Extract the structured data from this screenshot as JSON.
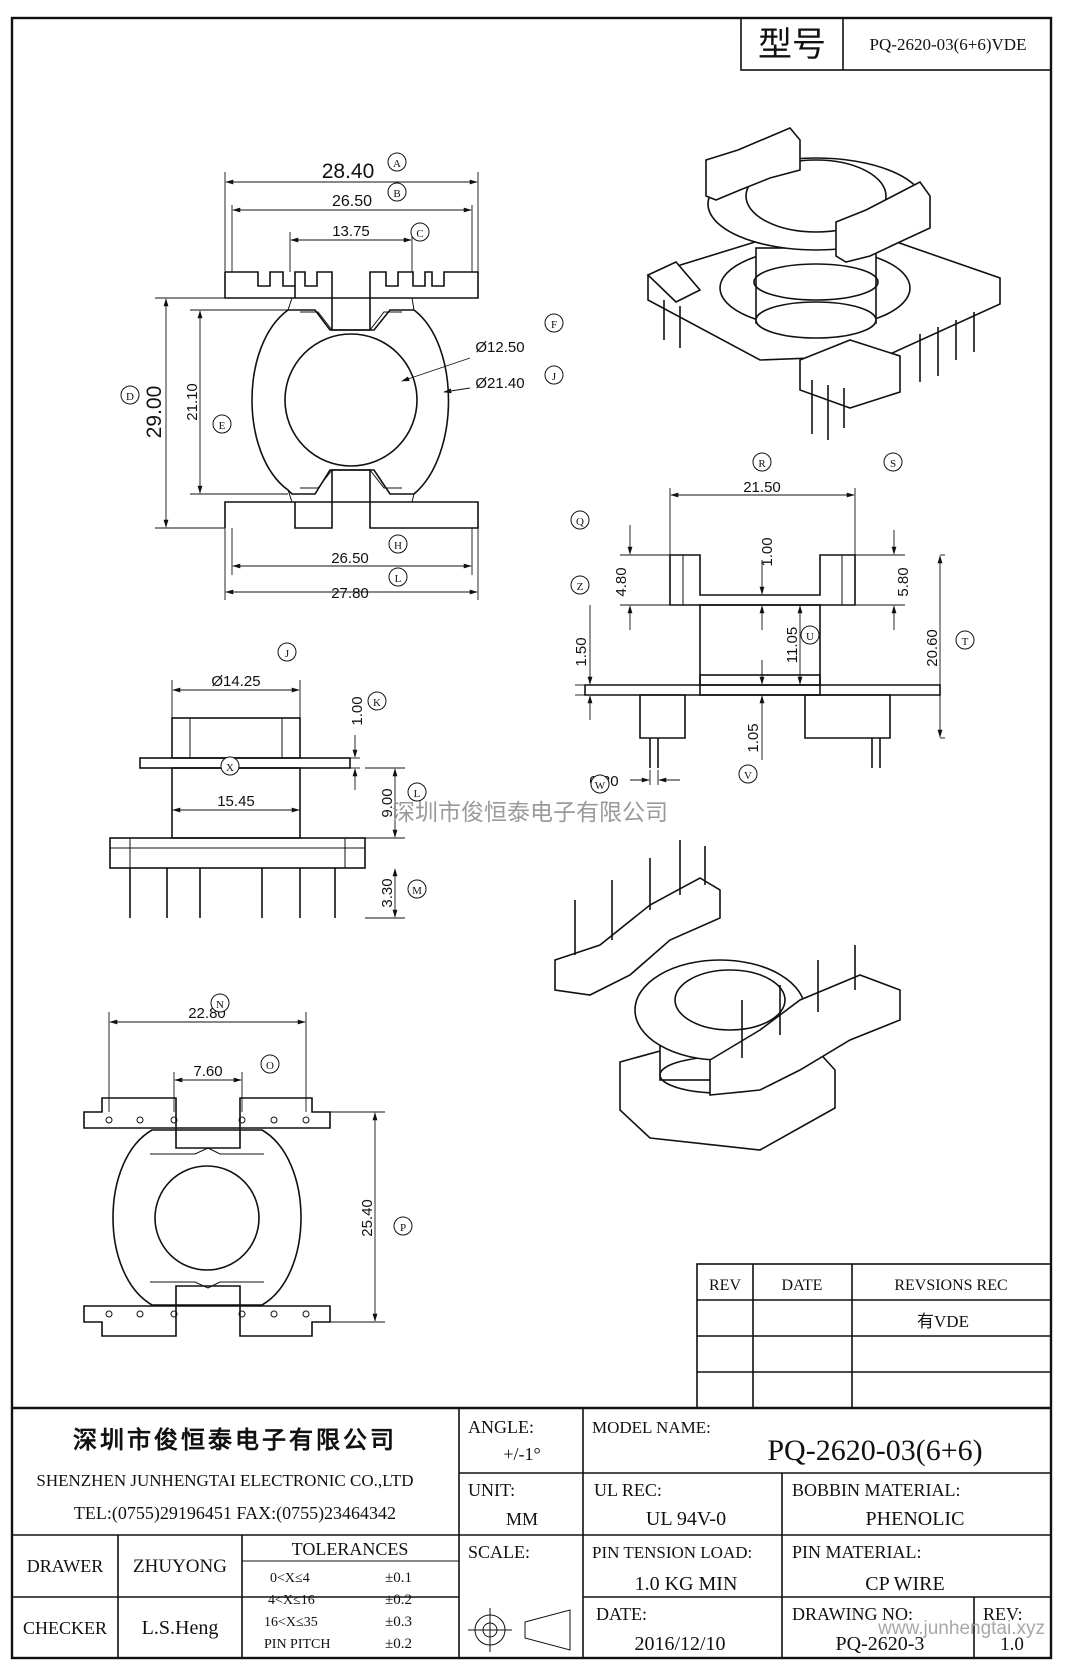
{
  "header": {
    "model_label": "型号",
    "model_value": "PQ-2620-03(6+6)VDE"
  },
  "watermark": "深圳市俊恒泰电子有限公司",
  "dims_top": {
    "w_2840": "28.40",
    "w_2650": "26.50",
    "w_1375": "13.75",
    "h_2900": "29.00",
    "h_2110": "21.10",
    "d_1250": "Ø12.50",
    "d_2140": "Ø21.40",
    "w_2650b": "26.50",
    "w_2780": "27.80"
  },
  "dims_side": {
    "w_2150": "21.50",
    "h_480": "4.80",
    "h_100": "1.00",
    "h_580": "5.80",
    "h_150": "1.50",
    "h_1105": "11.05",
    "h_2060": "20.60",
    "h_105": "1.05",
    "w_080": "0.80"
  },
  "dims_front": {
    "d_1425": "Ø14.25",
    "h_100": "1.00",
    "w_1545": "15.45",
    "h_900": "9.00",
    "h_330": "3.30"
  },
  "dims_bottom": {
    "w_2280": "22.80",
    "w_760": "7.60",
    "h_2540": "25.40"
  },
  "labels": [
    "A",
    "B",
    "C",
    "D",
    "E",
    "F",
    "J",
    "H",
    "L",
    "R",
    "S",
    "Q",
    "Z",
    "T",
    "U",
    "V",
    "W",
    "J",
    "K",
    "X",
    "L",
    "M",
    "N",
    "O",
    "P"
  ],
  "revisions": {
    "headers": [
      "REV",
      "DATE",
      "REVSIONS REC"
    ],
    "rows": [
      [
        "",
        "",
        "有VDE"
      ],
      [
        "",
        "",
        ""
      ],
      [
        "",
        "",
        ""
      ]
    ]
  },
  "title_block": {
    "company_cn": "深圳市俊恒泰电子有限公司",
    "company_en": "SHENZHEN JUNHENGTAI ELECTRONIC CO.,LTD",
    "tel_fax": "TEL:(0755)29196451 FAX:(0755)23464342",
    "angle_label": "ANGLE:",
    "angle_value": "+/-1°",
    "model_name_label": "MODEL NAME:",
    "model_name_value": "PQ-2620-03(6+6)",
    "unit_label": "UNIT:",
    "unit_value": "MM",
    "ul_label": "UL REC:",
    "ul_value": "UL 94V-0",
    "bobbin_label": "BOBBIN MATERIAL:",
    "bobbin_value": "PHENOLIC",
    "drawer_label": "DRAWER",
    "drawer_value": "ZHUYONG",
    "tolerances_label": "TOLERANCES",
    "tolerances": [
      {
        "range": "0<X≤4",
        "tol": "±0.1"
      },
      {
        "range": "4<X≤16",
        "tol": "±0.2"
      },
      {
        "range": "16<X≤35",
        "tol": "±0.3"
      },
      {
        "range": "PIN PITCH",
        "tol": "±0.2"
      }
    ],
    "scale_label": "SCALE:",
    "pin_tension_label": "PIN TENSION LOAD:",
    "pin_tension_value": "1.0 KG MIN",
    "pin_material_label": "PIN MATERIAL:",
    "pin_material_value": "CP WIRE",
    "checker_label": "CHECKER",
    "checker_value": "L.S.Heng",
    "date_label": "DATE:",
    "date_value": "2016/12/10",
    "drawing_no_label": "DRAWING NO:",
    "drawing_no_value": "PQ-2620-3",
    "rev_label": "REV:",
    "rev_value": "1.0",
    "url": "www.junhengtai.xyz"
  }
}
